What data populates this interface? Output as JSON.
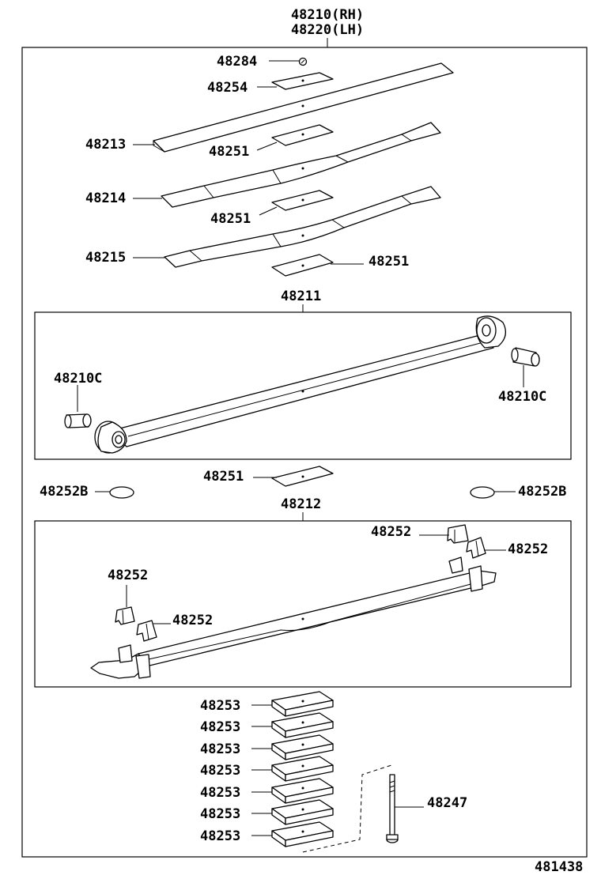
{
  "header": {
    "line1": "48210(RH)",
    "line2": "48220(LH)"
  },
  "labels": {
    "p48284": "48284",
    "p48254": "48254",
    "p48213": "48213",
    "p48251_a": "48251",
    "p48214": "48214",
    "p48251_b": "48251",
    "p48215": "48215",
    "p48251_c": "48251",
    "p48211": "48211",
    "p48210c_left": "48210C",
    "p48210c_right": "48210C",
    "p48251_d": "48251",
    "p48252b_left": "48252B",
    "p48252b_right": "48252B",
    "p48212": "48212",
    "p48252_top": "48252",
    "p48252_right": "48252",
    "p48252_left_top": "48252",
    "p48252_left_bottom": "48252",
    "p48253_1": "48253",
    "p48253_2": "48253",
    "p48253_3": "48253",
    "p48253_4": "48253",
    "p48253_5": "48253",
    "p48253_6": "48253",
    "p48253_7": "48253",
    "p48247": "48247"
  },
  "footer": {
    "diagram_id": "481438"
  }
}
